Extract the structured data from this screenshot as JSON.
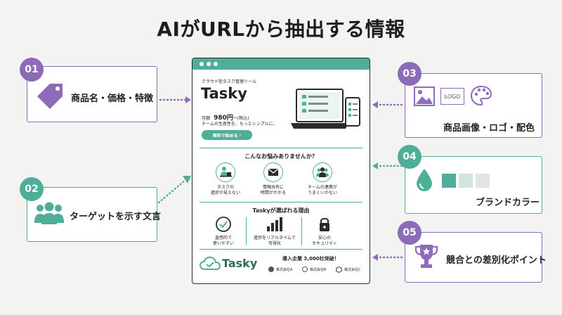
{
  "title": "AIがURLから抽出する情報",
  "items": [
    {
      "num": "01",
      "label": "商品名・価格・特徴",
      "icon": "price-tag-icon"
    },
    {
      "num": "02",
      "label": "ターゲットを示す文言",
      "icon": "people-group-icon"
    },
    {
      "num": "03",
      "label": "商品画像・ロゴ・配色",
      "icon": "image-logo-palette-icon",
      "logo_text": "LOGO"
    },
    {
      "num": "04",
      "label": "ブランドカラー",
      "icon": "color-drop-icon"
    },
    {
      "num": "05",
      "label": "競合との差別化ポイント",
      "icon": "trophy-icon"
    }
  ],
  "swatch_colors": [
    "#4fae97",
    "#cfe6df",
    "#e3e3e3"
  ],
  "mock": {
    "category": "クラウド型タスク管理ツール",
    "product": "Tasky",
    "price_prefix": "月額",
    "price": "980円",
    "price_suffix": "〜(税込)",
    "tagline": "チームの生産性を、もっとシンプルに。",
    "cta": "無料で始める",
    "problems_heading": "こんなお悩みありませんか？",
    "problems": [
      {
        "line1": "タスクの",
        "line2": "進捗が見えない"
      },
      {
        "line1": "情報共有に",
        "line2": "時間がかかる"
      },
      {
        "line1": "チームの連携が",
        "line2": "うまくいかない"
      }
    ],
    "reasons_heading": "Taskyが選ばれる理由",
    "reasons": [
      {
        "line1": "直感的で",
        "line2": "使いやすい"
      },
      {
        "line1": "進捗をリアルタイムで",
        "line2": "可視化"
      },
      {
        "line1": "安心の",
        "line2": "セキュリティ"
      }
    ],
    "adoption": "導入企業 3,000社突破！",
    "logo": "Tasky",
    "companies": [
      "株式会社A",
      "株式会社B",
      "株式会社C"
    ]
  },
  "colors": {
    "purple": "#8e6bb8",
    "green": "#4fae97",
    "dark": "#2b2b2b"
  }
}
